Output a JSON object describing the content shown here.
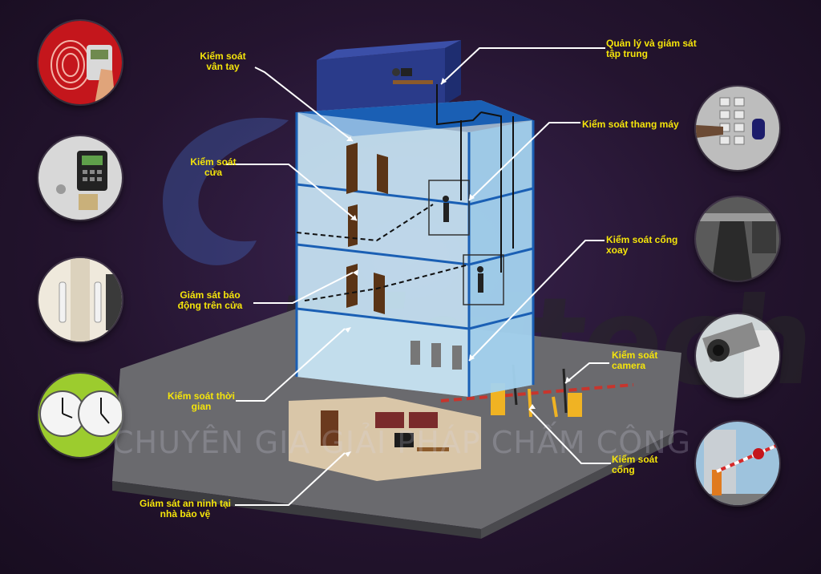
{
  "labels": {
    "fingerprint": [
      "Kiểm soát",
      "vân tay"
    ],
    "door": [
      "Kiểm soát",
      "cửa"
    ],
    "door_alarm": [
      "Giám sát báo",
      "động trên cửa"
    ],
    "time": [
      "Kiểm soát thời",
      "gian"
    ],
    "guard": [
      "Giám sát an ninh tại",
      "nhà bảo vệ"
    ],
    "central": [
      "Quản lý và giám sát",
      "tập trung"
    ],
    "elevator": [
      "Kiểm soát thang máy"
    ],
    "turnstile": [
      "Kiểm soát cổng",
      "xoay"
    ],
    "camera": [
      "Kiểm soát",
      "camera"
    ],
    "gate": [
      "Kiểm soát",
      "cổng"
    ]
  },
  "watermark": {
    "brand": "Digitech",
    "tagline": "CHUYÊN GIA GIẢI PHÁP CHẤM CÔNG"
  },
  "colors": {
    "label": "#f5e50a",
    "glass": "#bfe3f7",
    "building_edge": "#1a5fb4"
  },
  "icons": {
    "circle_1": "fingerprint-scanner-icon",
    "circle_2": "keypad-reader-icon",
    "circle_3": "door-handle-icon",
    "circle_4": "wall-clock-icon",
    "circle_5": "elevator-keypad-icon",
    "circle_6": "turnstile-icon",
    "circle_7": "security-camera-icon",
    "circle_8": "barrier-gate-icon"
  }
}
